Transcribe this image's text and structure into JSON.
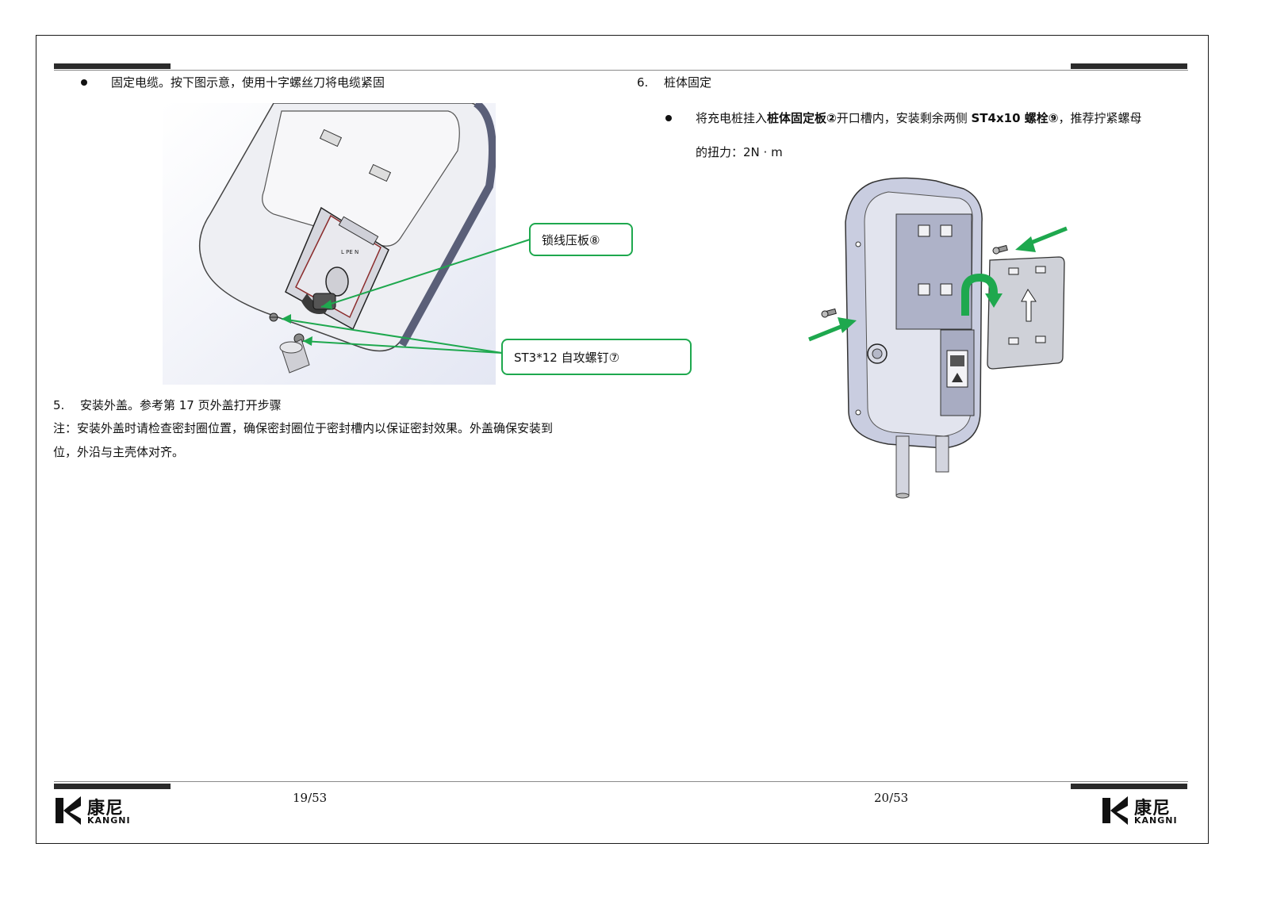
{
  "left_page": {
    "bullet_text": "固定电缆。按下图示意，使用十字螺丝刀将电缆紧固",
    "callout_lock": "锁线压板⑧",
    "callout_screw": "ST3*12 自攻螺钉⑦",
    "step5_number": "5.",
    "step5_text": "安装外盖。参考第 17 页外盖打开步骤",
    "note_line1": "注：安装外盖时请检查密封圈位置，确保密封圈位于密封槽内以保证密封效果。外盖确保安装到",
    "note_line2": "位，外沿与主壳体对齐。",
    "page_number": "19/53"
  },
  "right_page": {
    "step6_number": "6.",
    "step6_title": "桩体固定",
    "bullet_part1": "将充电桩挂入",
    "bullet_bold1": "桩体固定板②",
    "bullet_part2": "开口槽内，安装剩余两侧 ",
    "bullet_bold2": "ST4x10 螺栓⑨",
    "bullet_part3": "，推荐拧紧螺母",
    "bullet_line2": "的扭力：2N · m",
    "page_number": "20/53"
  },
  "logo": {
    "chinese": "康尼",
    "english": "KANGNI"
  },
  "colors": {
    "accent_green": "#1ea84e",
    "rule_dark": "#2b2b2b"
  }
}
